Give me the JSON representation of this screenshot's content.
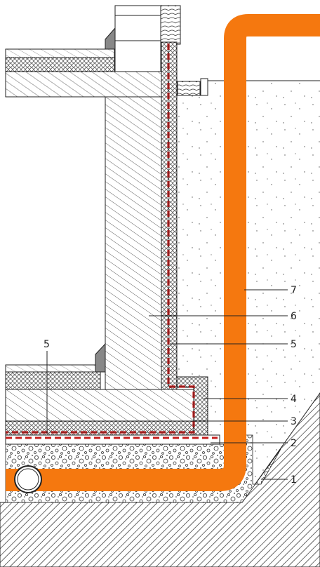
{
  "labels": [
    {
      "id": "callout-1",
      "text": "1"
    },
    {
      "id": "callout-2",
      "text": "2"
    },
    {
      "id": "callout-3",
      "text": "3"
    },
    {
      "id": "callout-4",
      "text": "4"
    },
    {
      "id": "callout-5-right",
      "text": "5"
    },
    {
      "id": "callout-5-left",
      "text": "5"
    },
    {
      "id": "callout-6",
      "text": "6"
    },
    {
      "id": "callout-7",
      "text": "7"
    }
  ],
  "colors": {
    "drain_pipe": "#f5780f",
    "membrane": "#c41e1e",
    "insulation": "#ffffff",
    "line": "#222222"
  }
}
